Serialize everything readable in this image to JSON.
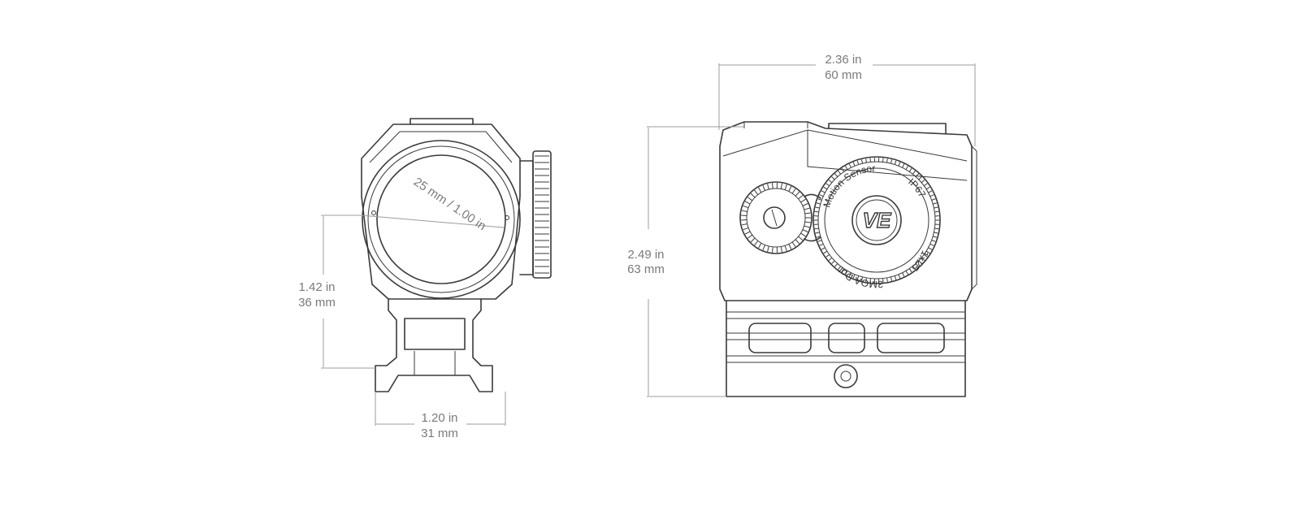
{
  "front_view": {
    "height_in": "1.42 in",
    "height_mm": "36 mm",
    "width_in": "1.20 in",
    "width_mm": "31 mm",
    "lens_label": "25 mm / 1.00 in"
  },
  "side_view": {
    "width_in": "2.36 in",
    "width_mm": "60 mm",
    "height_in": "2.49 in",
    "height_mm": "63 mm",
    "dial_labels": {
      "motion_sensor": "Motion Sensor",
      "ip_rating": "IP67",
      "magnification": "1x25",
      "reticle": "3MOA Dot",
      "logo": "VE"
    }
  },
  "colors": {
    "line": "#3a3a3a",
    "dimension_text": "#7a7a7a",
    "dimension_line": "#9c9c9c"
  }
}
